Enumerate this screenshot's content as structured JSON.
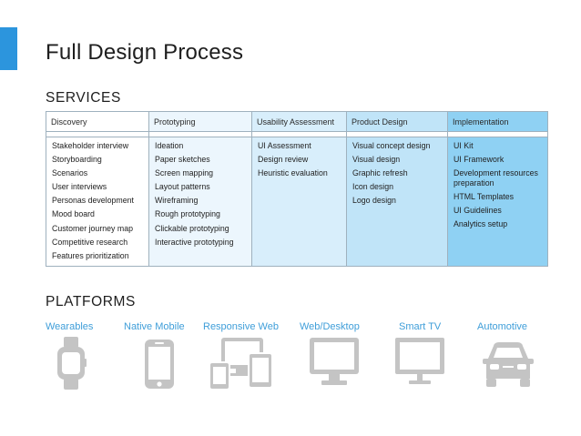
{
  "title": "Full Design Process",
  "services_heading": "SERVICES",
  "platforms_heading": "PLATFORMS",
  "colors": {
    "accent": "#2c95dd",
    "platform_label": "#3f9ed9",
    "icon_gray": "#c4c4c4",
    "column_fills": [
      "#ffffff",
      "#ecf6fd",
      "#d8eefb",
      "#c0e4f8",
      "#8fd1f3"
    ]
  },
  "services": [
    {
      "name": "Discovery",
      "items": [
        "Stakeholder interview",
        "Storyboarding",
        "Scenarios",
        "User interviews",
        "Personas development",
        "Mood board",
        "Customer journey map",
        "Competitive research",
        "Features prioritization"
      ]
    },
    {
      "name": "Prototyping",
      "items": [
        "Ideation",
        "Paper sketches",
        "Screen mapping",
        "Layout patterns",
        "Wireframing",
        "Rough prototyping",
        "Clickable prototyping",
        "Interactive prototyping"
      ]
    },
    {
      "name": "Usability Assessment",
      "items": [
        "UI Assessment",
        "Design review",
        "Heuristic evaluation"
      ]
    },
    {
      "name": "Product Design",
      "items": [
        "Visual concept design",
        "Visual design",
        "Graphic refresh",
        "Icon design",
        "Logo design"
      ]
    },
    {
      "name": "Implementation",
      "items": [
        "UI Kit",
        "UI Framework",
        "Development resources preparation",
        "HTML Templates",
        "UI Guidelines",
        "Analytics setup"
      ]
    }
  ],
  "platforms": [
    {
      "label": "Wearables",
      "icon": "smartwatch-icon"
    },
    {
      "label": "Native Mobile",
      "icon": "smartphone-icon"
    },
    {
      "label": "Responsive Web",
      "icon": "multi-device-icon"
    },
    {
      "label": "Web/Desktop",
      "icon": "desktop-monitor-icon"
    },
    {
      "label": "Smart TV",
      "icon": "tv-icon"
    },
    {
      "label": "Automotive",
      "icon": "car-icon"
    }
  ]
}
